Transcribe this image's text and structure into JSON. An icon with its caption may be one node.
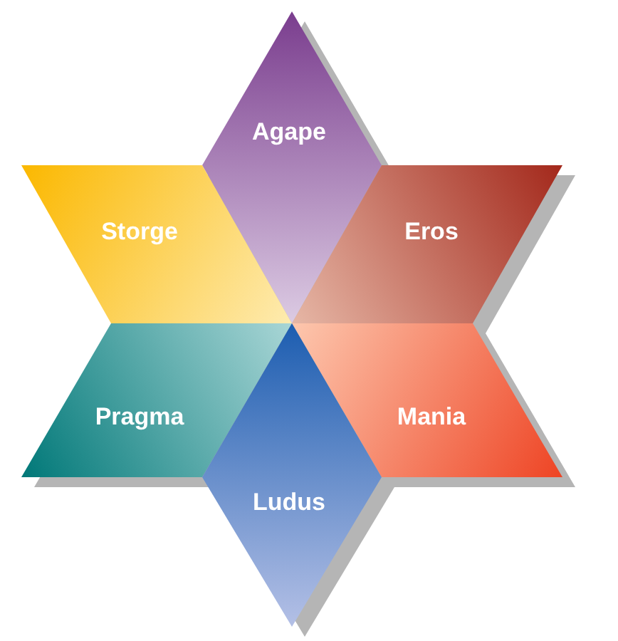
{
  "diagram": {
    "nodes": [
      {
        "text": [
          "Agape"
        ]
      },
      {
        "text": [
          "Storge"
        ]
      },
      {
        "text": [
          "Eros"
        ]
      },
      {
        "text": [
          "Pragma"
        ]
      },
      {
        "text": [
          "Mania"
        ]
      },
      {
        "text": [
          "Ludus"
        ]
      }
    ]
  }
}
